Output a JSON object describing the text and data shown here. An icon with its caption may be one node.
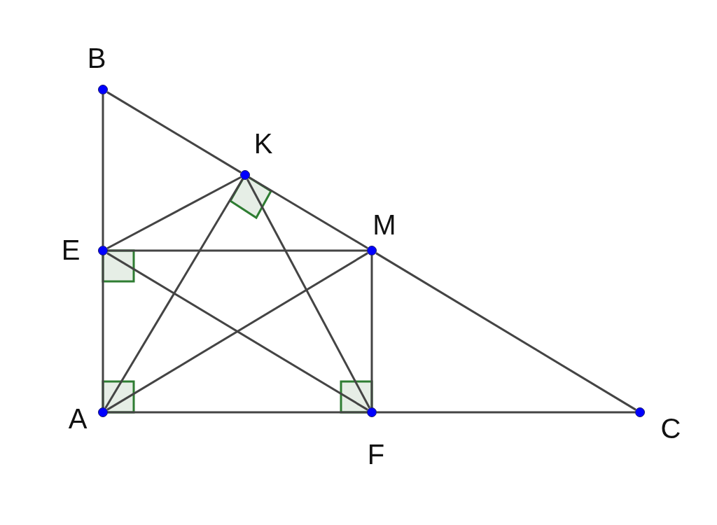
{
  "diagram": {
    "nodes": [
      {
        "text": [],
        "shape": "circle",
        "beside": [
          "B"
        ]
      },
      {
        "text": [],
        "shape": "circle",
        "beside": [
          "K"
        ]
      },
      {
        "text": [],
        "shape": "circle",
        "beside": [
          "M"
        ]
      },
      {
        "text": [],
        "shape": "circle",
        "beside": [
          "E"
        ]
      },
      {
        "text": [],
        "shape": "circle",
        "beside": [
          "A"
        ]
      },
      {
        "text": [],
        "shape": "circle",
        "beside": [
          "F"
        ]
      },
      {
        "text": [],
        "shape": "circle",
        "beside": [
          "C"
        ]
      }
    ],
    "edges": [
      {
        "from": 0,
        "to": 1,
        "arrow": "none"
      },
      {
        "from": 1,
        "to": 2,
        "arrow": "none"
      },
      {
        "from": 2,
        "to": 6,
        "arrow": "none"
      },
      {
        "from": 0,
        "to": 3,
        "arrow": "none"
      },
      {
        "from": 3,
        "to": 4,
        "arrow": "none"
      },
      {
        "from": 4,
        "to": 5,
        "arrow": "none"
      },
      {
        "from": 5,
        "to": 6,
        "arrow": "none"
      },
      {
        "from": 3,
        "to": 2,
        "arrow": "none"
      },
      {
        "from": 2,
        "to": 5,
        "arrow": "none"
      },
      {
        "from": 3,
        "to": 1,
        "arrow": "none"
      },
      {
        "from": 1,
        "to": 4,
        "arrow": "none"
      },
      {
        "from": 1,
        "to": 5,
        "arrow": "none"
      },
      {
        "from": 3,
        "to": 5,
        "arrow": "none"
      },
      {
        "from": 4,
        "to": 2,
        "arrow": "none"
      }
    ]
  }
}
